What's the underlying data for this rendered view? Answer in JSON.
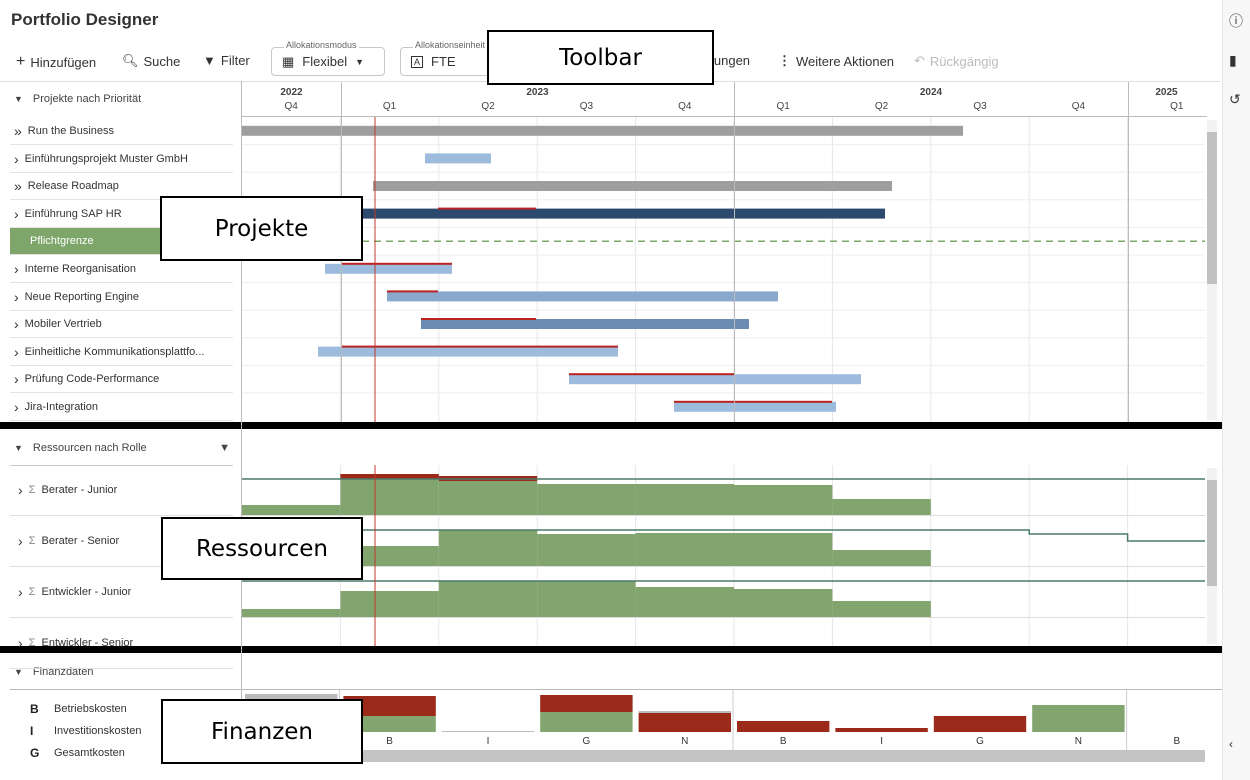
{
  "app": {
    "title": "Portfolio Designer"
  },
  "toolbar": {
    "add": "Hinzufügen",
    "search": "Suche",
    "filter": "Filter",
    "alloc_mode_label": "Allokationsmodus",
    "alloc_mode_value": "Flexibel",
    "alloc_unit_label": "Allokationseinheit",
    "alloc_unit_value": "FTE",
    "settings_partial": "lungen",
    "more": "Weitere Aktionen",
    "undo": "Rückgängig"
  },
  "annotations": {
    "toolbar": "Toolbar",
    "projects": "Projekte",
    "resources": "Ressourcen",
    "finance": "Finanzen"
  },
  "timeline": {
    "years": [
      {
        "label": "2022"
      },
      {
        "label": "2023"
      },
      {
        "label": "2024"
      },
      {
        "label": "2025"
      }
    ],
    "quarters": [
      "Q4",
      "Q1",
      "Q2",
      "Q3",
      "Q4",
      "Q1",
      "Q2",
      "Q3",
      "Q4",
      "Q1"
    ]
  },
  "projects": {
    "header": "Projekte nach Priorität",
    "rows": [
      {
        "label": "Run the Business",
        "icon": "double-chevron"
      },
      {
        "label": "Einführungsprojekt Muster GmbH",
        "icon": "chevron"
      },
      {
        "label": "Release Roadmap",
        "icon": "double-chevron"
      },
      {
        "label": "Einführung SAP HR",
        "icon": "chevron"
      },
      {
        "label": "Pflichtgrenze",
        "icon": "none"
      },
      {
        "label": "Interne Reorganisation",
        "icon": "chevron"
      },
      {
        "label": "Neue Reporting Engine",
        "icon": "chevron"
      },
      {
        "label": "Mobiler Vertrieb",
        "icon": "chevron"
      },
      {
        "label": "Einheitliche Kommunikationsplattfo...",
        "icon": "chevron"
      },
      {
        "label": "Prüfung Code-Performance",
        "icon": "chevron"
      },
      {
        "label": "Jira-Integration",
        "icon": "chevron"
      }
    ]
  },
  "resources": {
    "header": "Ressourcen nach Rolle",
    "rows": [
      {
        "label": "Berater - Junior"
      },
      {
        "label": "Berater - Senior"
      },
      {
        "label": "Entwickler - Junior"
      },
      {
        "label": "Entwickler - Senior"
      }
    ]
  },
  "finance": {
    "header": "Finanzdaten",
    "legend": [
      {
        "key": "B",
        "label": "Betriebskosten"
      },
      {
        "key": "I",
        "label": "Investitionskosten"
      },
      {
        "key": "G",
        "label": "Gesamtkosten"
      }
    ],
    "col_labels": [
      "B",
      "I",
      "G",
      "N",
      "B",
      "I",
      "G",
      "N",
      "B"
    ]
  },
  "colors": {
    "capacity_ok": "#82a56f",
    "over": "#9b2a1a",
    "today": "#c0392b",
    "bar_gray": "#9e9e9e",
    "bar_navy": "#2c4a6e",
    "bar_light": "#9dbbdc"
  }
}
